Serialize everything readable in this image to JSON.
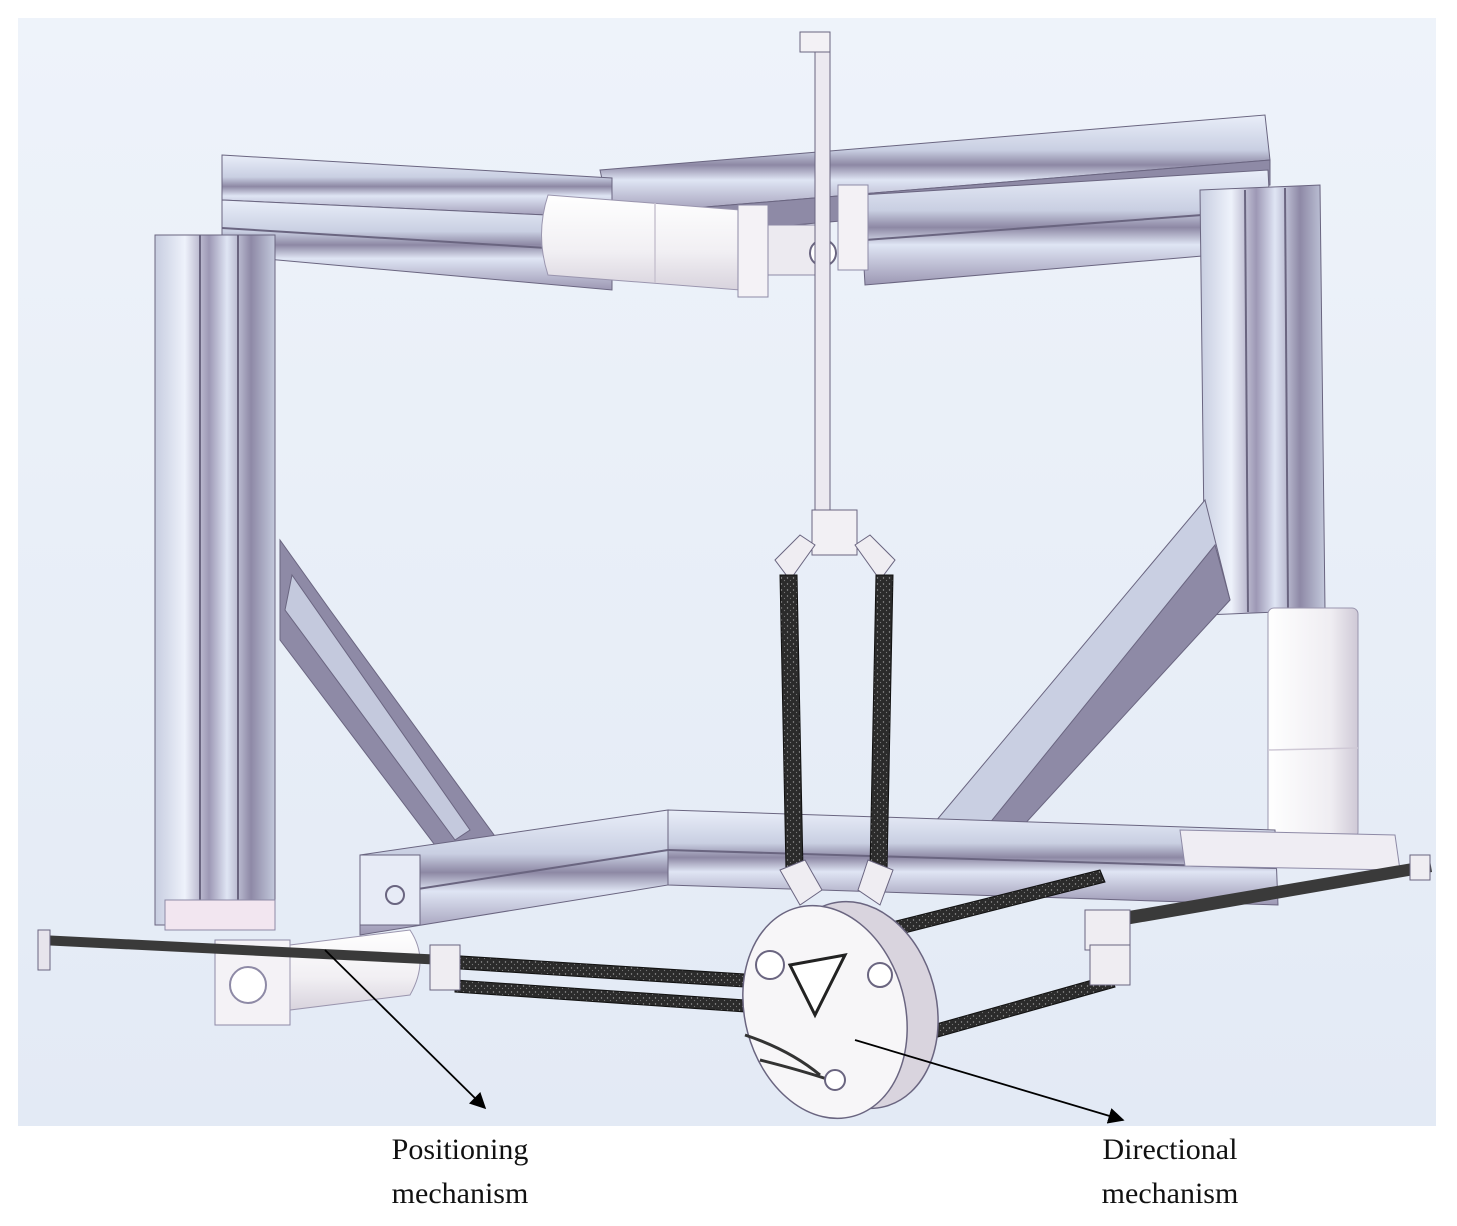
{
  "labels": {
    "positioning_line1": "Positioning",
    "positioning_line2": "mechanism",
    "directional_line1": "Directional",
    "directional_line2": "mechanism"
  },
  "colors": {
    "viewport_bg": "#eaf0f8",
    "frame_light": "#dfe7f5",
    "frame_mid": "#b9bfd6",
    "frame_dark": "#8e8aa6",
    "frame_shadow": "#6a6580",
    "motor_body": "#f7f6f8",
    "rod": "#2b2b2b",
    "arrow": "#000000"
  }
}
